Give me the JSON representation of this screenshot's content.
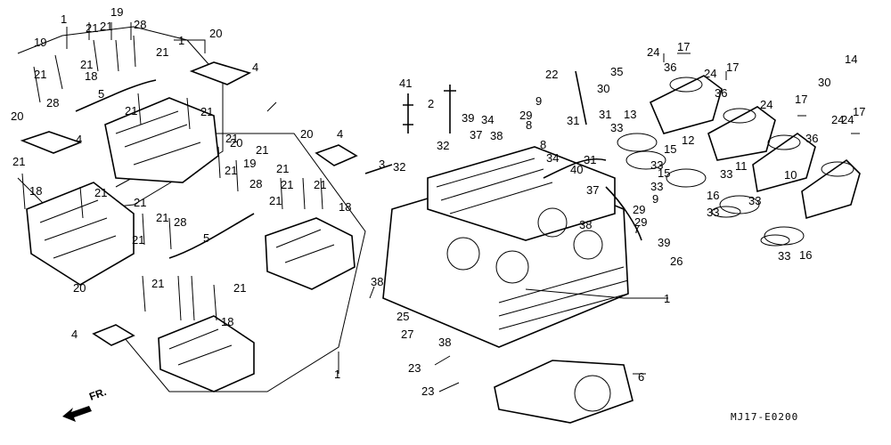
{
  "diagram_code": "MJ17-E0200",
  "front_indicator": "FR.",
  "callouts": [
    "1",
    "1",
    "1",
    "1",
    "2",
    "3",
    "4",
    "4",
    "4",
    "4",
    "5",
    "5",
    "6",
    "7",
    "8",
    "8",
    "9",
    "9",
    "10",
    "11",
    "12",
    "13",
    "14",
    "15",
    "15",
    "16",
    "16",
    "17",
    "17",
    "17",
    "17",
    "18",
    "18",
    "18",
    "18",
    "19",
    "19",
    "19",
    "20",
    "20",
    "20",
    "20",
    "20",
    "21",
    "21",
    "21",
    "21",
    "21",
    "21",
    "21",
    "21",
    "21",
    "21",
    "21",
    "21",
    "21",
    "21",
    "21",
    "21",
    "21",
    "21",
    "21",
    "21",
    "21",
    "22",
    "23",
    "23",
    "24",
    "24",
    "24",
    "24",
    "24",
    "25",
    "26",
    "27",
    "28",
    "28",
    "28",
    "28",
    "29",
    "29",
    "29",
    "30",
    "30",
    "31",
    "31",
    "31",
    "32",
    "32",
    "33",
    "33",
    "33",
    "33",
    "33",
    "33",
    "33",
    "34",
    "34",
    "35",
    "36",
    "36",
    "36",
    "37",
    "37",
    "38",
    "38",
    "38",
    "38",
    "39",
    "39",
    "40",
    "41"
  ]
}
